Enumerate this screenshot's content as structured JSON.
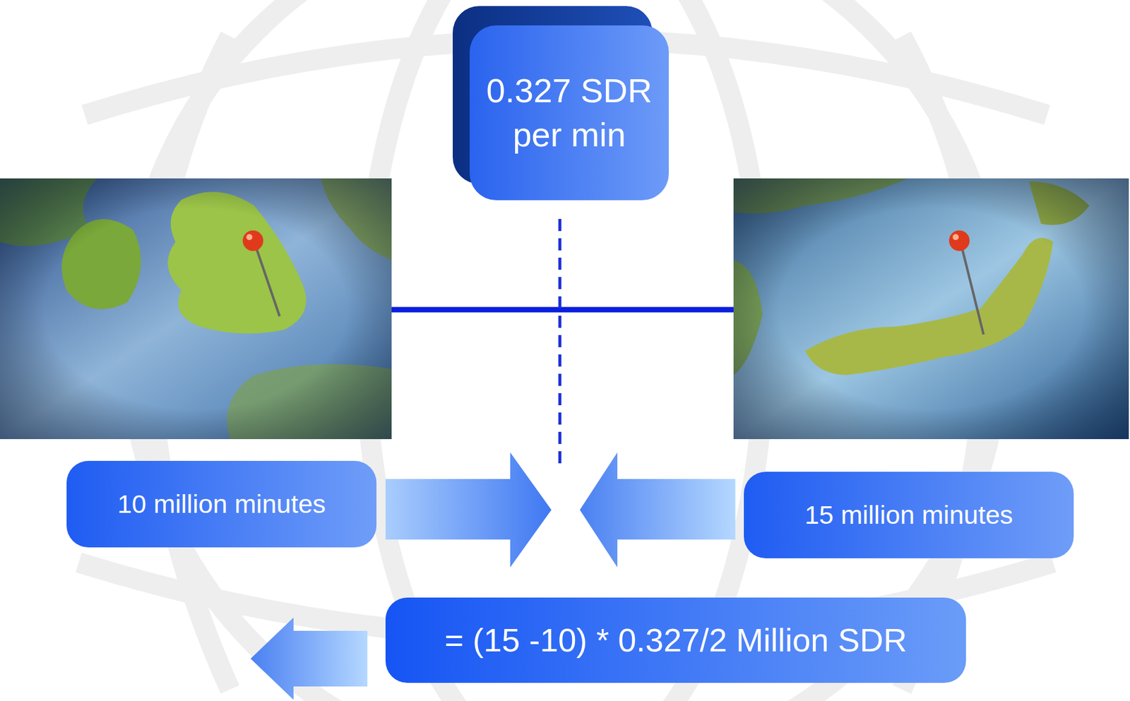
{
  "diagram": {
    "nodes": [
      {
        "text": [
          "0.327 SDR per min"
        ]
      },
      {
        "text": [
          "10 million minutes"
        ]
      },
      {
        "text": [
          "15 million minutes"
        ]
      },
      {
        "text": [
          "= (15 -10) * 0.327/2 Million SDR"
        ]
      }
    ]
  }
}
